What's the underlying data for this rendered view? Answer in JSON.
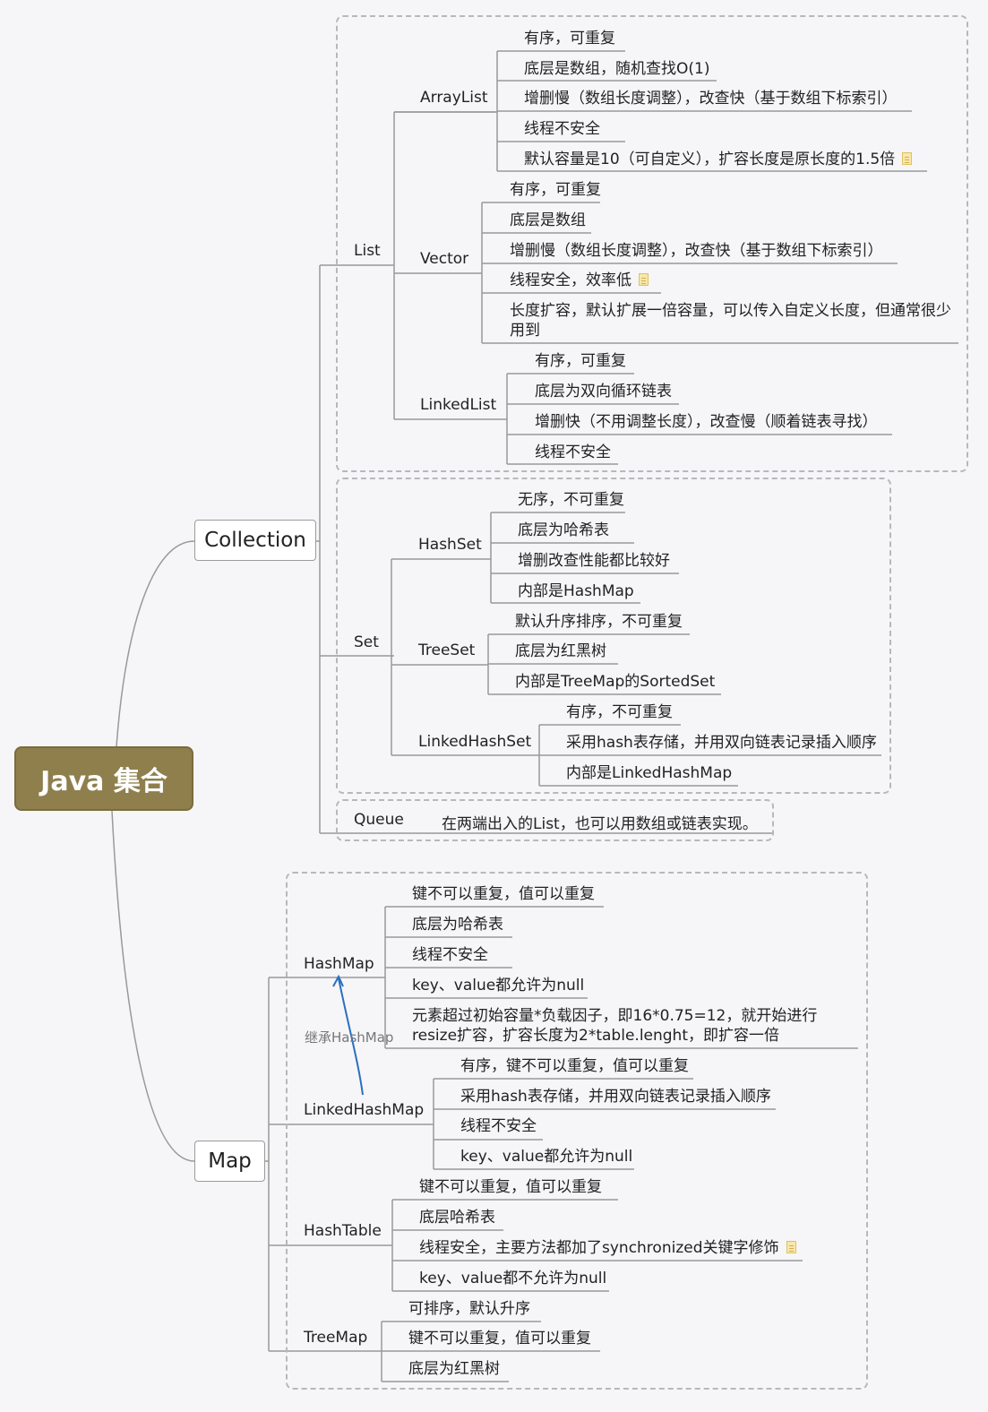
{
  "root": "Java 集合",
  "collection": {
    "label": "Collection",
    "list": {
      "label": "List",
      "arraylist": {
        "label": "ArrayList",
        "items": [
          "有序，可重复",
          "底层是数组，随机查找O(1)",
          "增删慢（数组长度调整），改查快（基于数组下标索引）",
          "线程不安全",
          "默认容量是10（可自定义），扩容长度是原长度的1.5倍"
        ]
      },
      "vector": {
        "label": "Vector",
        "items": [
          "有序，可重复",
          "底层是数组",
          "增删慢（数组长度调整），改查快（基于数组下标索引）",
          "线程安全，效率低",
          "长度扩容，默认扩展一倍容量，可以传入自定义长度，但通常很少用到"
        ]
      },
      "linkedlist": {
        "label": "LinkedList",
        "items": [
          "有序，可重复",
          "底层为双向循环链表",
          "增删快（不用调整长度），改查慢（顺着链表寻找）",
          "线程不安全"
        ]
      }
    },
    "set": {
      "label": "Set",
      "hashset": {
        "label": "HashSet",
        "items": [
          "无序，不可重复",
          "底层为哈希表",
          "增删改查性能都比较好",
          "内部是HashMap"
        ]
      },
      "treeset": {
        "label": "TreeSet",
        "items": [
          "默认升序排序，不可重复",
          "底层为红黑树",
          "内部是TreeMap的SortedSet"
        ]
      },
      "linkedhashset": {
        "label": "LinkedHashSet",
        "items": [
          "有序，不可重复",
          "采用hash表存储，并用双向链表记录插入顺序",
          "内部是LinkedHashMap"
        ]
      }
    },
    "queue": {
      "label": "Queue",
      "desc": "在两端出入的List，也可以用数组或链表实现。"
    }
  },
  "map": {
    "label": "Map",
    "hashmap": {
      "label": "HashMap",
      "items": [
        "键不可以重复，值可以重复",
        "底层为哈希表",
        "线程不安全",
        "key、value都允许为null",
        "元素超过初始容量*负载因子，即16*0.75=12，就开始进行resize扩容，扩容长度为2*table.lenght，即扩容一倍"
      ]
    },
    "inherit_label": "继承HashMap",
    "linkedhashmap": {
      "label": "LinkedHashMap",
      "items": [
        "有序，键不可以重复，值可以重复",
        "采用hash表存储，并用双向链表记录插入顺序",
        "线程不安全",
        "key、value都允许为null"
      ]
    },
    "hashtable": {
      "label": "HashTable",
      "items": [
        "键不可以重复，值可以重复",
        "底层哈希表",
        "线程安全，主要方法都加了synchronized关键字修饰",
        "key、value都不允许为null"
      ]
    },
    "treemap": {
      "label": "TreeMap",
      "items": [
        "可排序，默认升序",
        "键不可以重复，值可以重复",
        "底层为红黑树"
      ]
    }
  },
  "colors": {
    "root_bg": "#8e7f4d",
    "line": "#999999",
    "dash": "#b8b8bc",
    "arrow": "#2a6fc0"
  }
}
